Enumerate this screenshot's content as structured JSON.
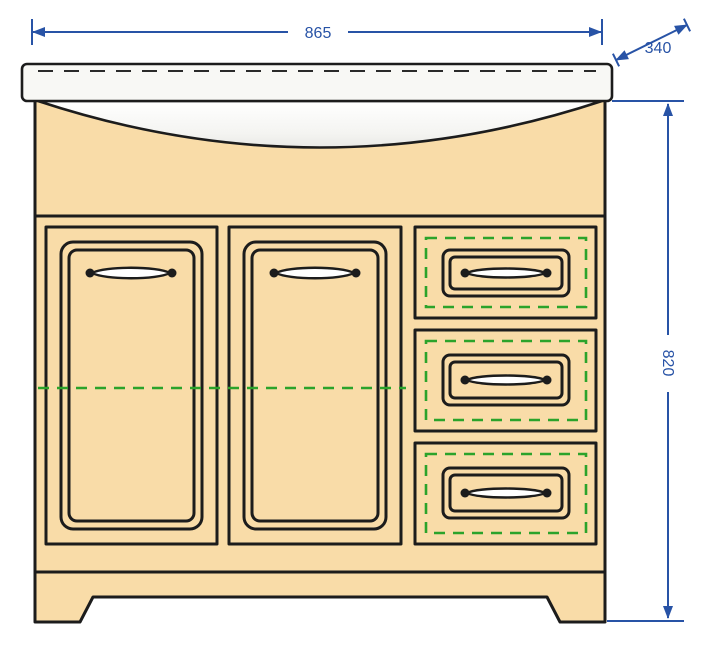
{
  "diagram": {
    "type": "furniture-dimension-drawing",
    "dimensions": {
      "width": "865",
      "depth": "340",
      "height": "820"
    },
    "colors": {
      "cabinet": "#f9dca8",
      "outline": "#1c1c1c",
      "dimension": "#2853a6",
      "guides": "#2ba32b",
      "sink": "#f8f8f5"
    }
  }
}
